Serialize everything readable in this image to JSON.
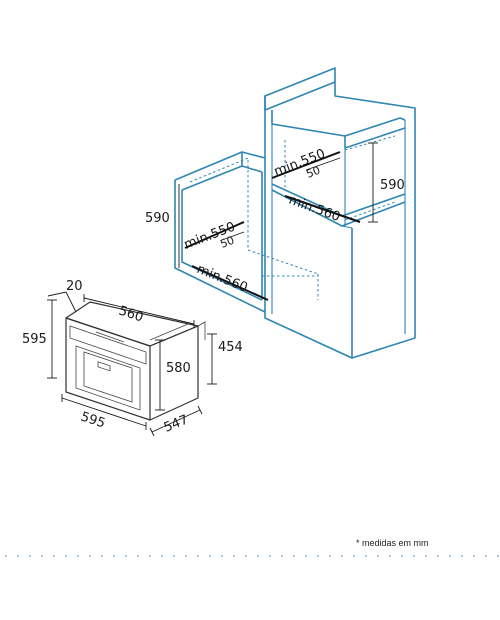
{
  "labels": {
    "col_height": "590",
    "col_min_width": "min.550",
    "col_gap": "50",
    "col_min_depth": "min.560",
    "side_height": "590",
    "side_min_width": "min.550",
    "side_gap": "50",
    "side_min_depth": "min.560",
    "oven_top_gap": "20",
    "oven_top_width": "560",
    "oven_height": "595",
    "oven_body_height": "580",
    "oven_side_height": "454",
    "oven_width": "595",
    "oven_depth": "547"
  },
  "footer": {
    "note": "* medidas em mm"
  },
  "colors": {
    "cabinet_stroke": "#2f86b3",
    "dimension_stroke": "#1a1a1a"
  }
}
